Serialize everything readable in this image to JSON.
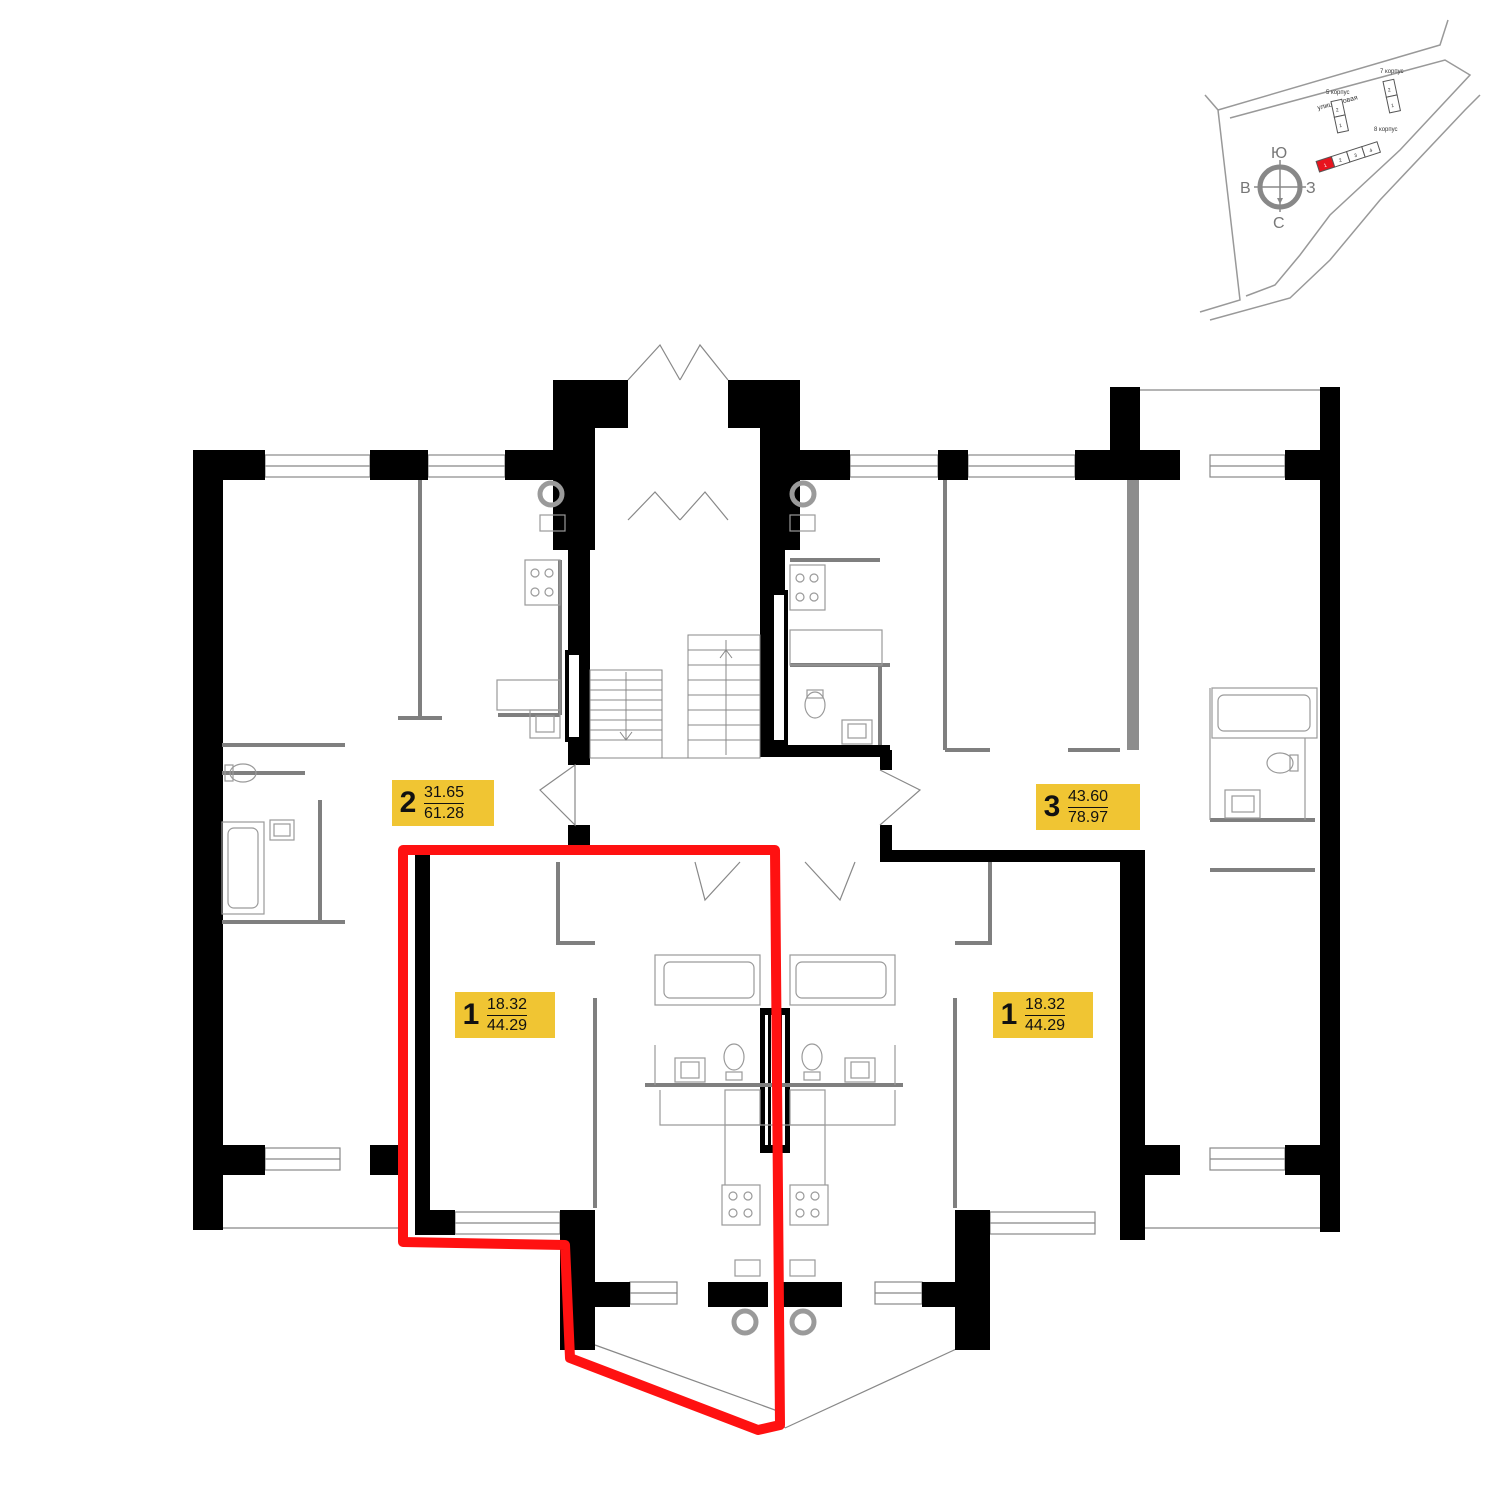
{
  "colors": {
    "wall": "#000000",
    "partition": "#7f7f7f",
    "badge": "#f0c533",
    "highlight": "#ff0000",
    "fixture": "#9a9a9a"
  },
  "apartments": [
    {
      "id": "apt-2",
      "rooms": "2",
      "living_area": "31.65",
      "total_area": "61.28",
      "selected": false
    },
    {
      "id": "apt-3",
      "rooms": "3",
      "living_area": "43.60",
      "total_area": "78.97",
      "selected": false
    },
    {
      "id": "apt-1a",
      "rooms": "1",
      "living_area": "18.32",
      "total_area": "44.29",
      "selected": true
    },
    {
      "id": "apt-1b",
      "rooms": "1",
      "living_area": "18.32",
      "total_area": "44.29",
      "selected": false
    }
  ],
  "site_plan": {
    "street": "улица Новая",
    "buildings": [
      {
        "label": "5 корпус",
        "sections": [
          "2",
          "1"
        ]
      },
      {
        "label": "7 корпус",
        "sections": [
          "2",
          "1"
        ]
      },
      {
        "label": "8 корпус",
        "sections": [
          "1",
          "2",
          "3",
          "4"
        ],
        "current_section": "1"
      }
    ],
    "compass": {
      "north": "Ю",
      "south": "С",
      "east": "В",
      "west": "З"
    }
  }
}
